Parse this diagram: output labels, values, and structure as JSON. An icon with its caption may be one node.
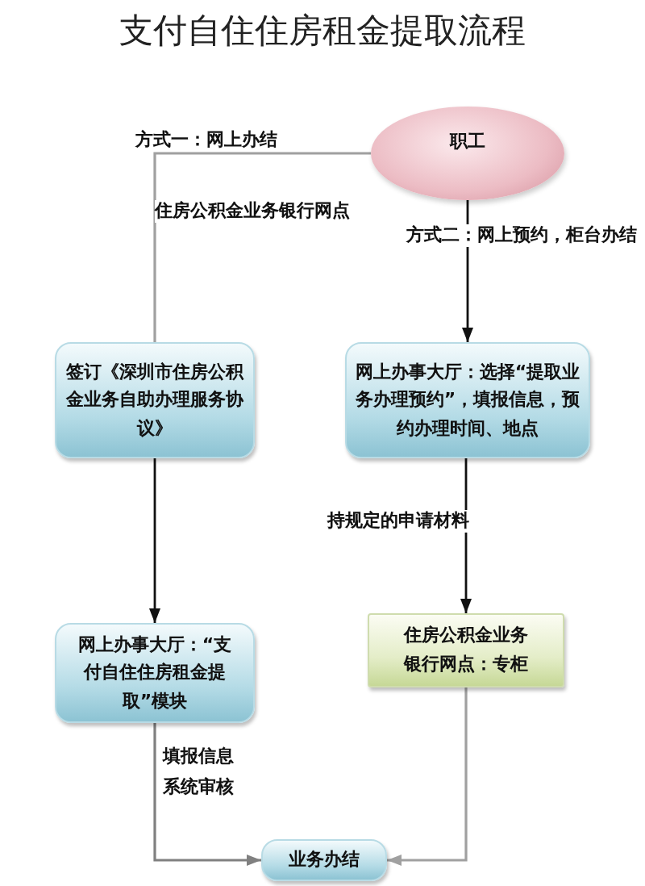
{
  "diagram": {
    "title": "支付自住住房租金提取流程",
    "nodes": [
      {
        "text": [
          "职工"
        ]
      },
      {
        "text": [
          "签订《深圳市住房公积金业务自助办理服务协议》"
        ]
      },
      {
        "text": [
          "网上办事大厅：选择“提取业务办理预约”，填报信息，预约办理时间、地点"
        ]
      },
      {
        "text": [
          "网上办事大厅：“支付自住住房租金提取”模块"
        ]
      },
      {
        "text": [
          "住房公积金业务银行网点：专柜"
        ]
      },
      {
        "text": [
          "业务办结"
        ]
      }
    ],
    "edges": [
      {
        "from": 0,
        "to": 1,
        "arrow": "none",
        "label": "方式一：网上办结",
        "color": "#a0a0a0"
      },
      {
        "from": 0,
        "to": 2,
        "arrow": "to",
        "label": "方式二：网上预约，柜台办结"
      },
      {
        "from": 1,
        "to": 3,
        "arrow": "to"
      },
      {
        "from": 2,
        "to": 4,
        "arrow": "to",
        "label": "持规定的申请材料"
      },
      {
        "from": 3,
        "to": 5,
        "arrow": "to",
        "label": "填报信息系统审核",
        "color": "#808080"
      },
      {
        "from": 4,
        "to": 5,
        "arrow": "to",
        "color": "#a0a0a0"
      }
    ],
    "labels": [
      "住房公积金业务银行网点"
    ]
  }
}
